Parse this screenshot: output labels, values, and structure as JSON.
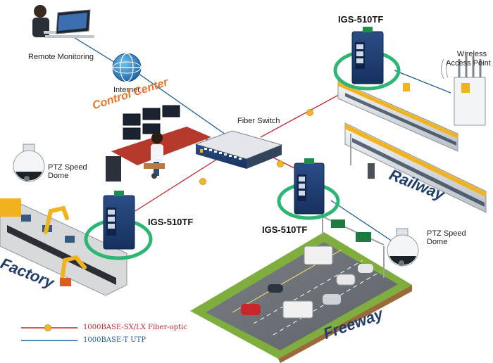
{
  "labels": {
    "remote_monitoring": "Remote Monitoring",
    "internet": "Internet",
    "control_center": "Control Center",
    "fiber_switch": "Fiber Switch",
    "igs_top": "IGS-510TF",
    "igs_left": "IGS-510TF",
    "igs_mid": "IGS-510TF",
    "wireless_ap_line1": "Wireless",
    "wireless_ap_line2": "Access Point",
    "ptz_left_line1": "PTZ Speed",
    "ptz_left_line2": "Dome",
    "ptz_right_line1": "PTZ Speed",
    "ptz_right_line2": "Dome",
    "factory": "Factory",
    "railway": "Railway",
    "freeway": "Freeway"
  },
  "legend": {
    "fiber_label": "1000BASE-SX/LX Fiber-optic",
    "utp_label": "1000BASE-T UTP"
  },
  "colors": {
    "fiber_line": "#c4262e",
    "utp_line": "#1b5e9e",
    "ring": "#2bb673",
    "zone_text": "#1f3f6a",
    "control_center": "#e8752a"
  }
}
